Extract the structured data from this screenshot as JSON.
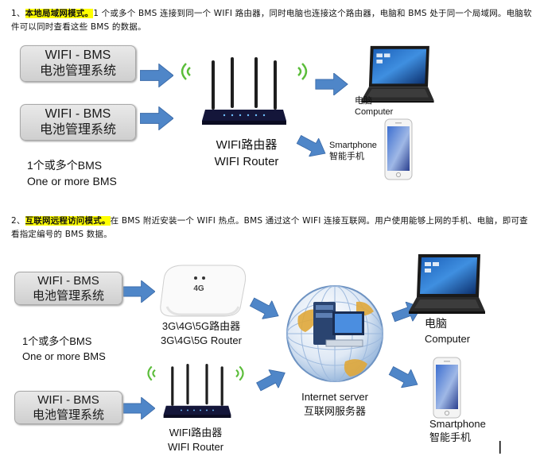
{
  "section1": {
    "number": "1、",
    "title": "本地局域网模式。",
    "description": "1 个或多个 BMS 连接到同一个 WIFI 路由器，同时电脑也连接这个路由器，电脑和 BMS 处于同一个局域网。电脑软件可以同时查看这些 BMS 的数据。",
    "bms_boxes": [
      {
        "line1": "WIFI - BMS",
        "line2": "电池管理系统"
      },
      {
        "line1": "WIFI - BMS",
        "line2": "电池管理系统"
      }
    ],
    "bms_count": {
      "line1": "1个或多个BMS",
      "line2": "One or more BMS"
    },
    "router": {
      "line1": "WIFI路由器",
      "line2": "WIFI Router"
    },
    "computer": {
      "line1": "电脑",
      "line2": "Computer"
    },
    "phone": {
      "line1": "Smartphone",
      "line2": "智能手机"
    }
  },
  "section2": {
    "number": "2、",
    "title": "互联网远程访问模式。",
    "description": "在 BMS 附近安装一个 WIFI 热点。BMS 通过这个 WIFI 连接互联网。用户使用能够上网的手机、电脑，即可查看指定编号的 BMS 数据。",
    "bms_boxes": [
      {
        "line1": "WIFI - BMS",
        "line2": "电池管理系统"
      },
      {
        "line1": "WIFI - BMS",
        "line2": "电池管理系统"
      }
    ],
    "bms_count": {
      "line1": "1个或多个BMS",
      "line2": "One or more BMS"
    },
    "mobile_router": {
      "line1": "3G\\4G\\5G路由器",
      "line2": "3G\\4G\\5G Router",
      "logo": "4G"
    },
    "router": {
      "line1": "WIFI路由器",
      "line2": "WIFI Router"
    },
    "server": {
      "line1": "Internet server",
      "line2": "互联网服务器"
    },
    "computer": {
      "line1": "电脑",
      "line2": "Computer"
    },
    "phone": {
      "line1": "Smartphone",
      "line2": "智能手机"
    }
  },
  "colors": {
    "arrow": "#4f86c8",
    "wifi": "#5bbd3a",
    "box": "#d9d9d9",
    "highlight": "#ffff00"
  }
}
